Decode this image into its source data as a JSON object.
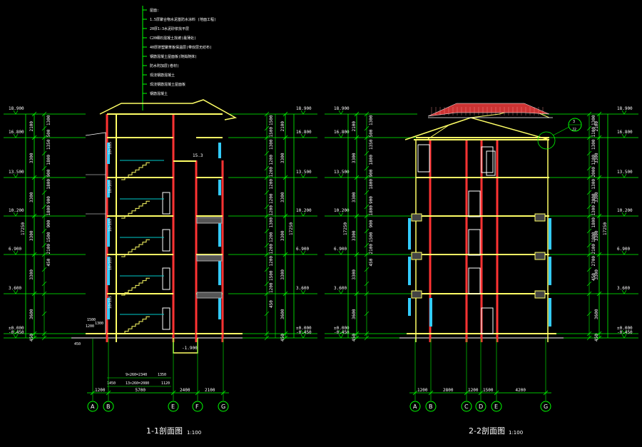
{
  "colors": {
    "background": "#000000",
    "slab": "#ffff66",
    "dimension": "#00ff00",
    "window": "#33ccff",
    "column": "#ff3333",
    "roof_tile": "#cc3333",
    "stair": "#00cccc",
    "axis_circle": "#00ff00",
    "outline": "#ffffff"
  },
  "notes": {
    "lines": [
      "屋面:",
      "1.5厚聚合物水泥基防水涂料 (地面工程)",
      "20厚1:3水泥砂浆找平层",
      "C20细石混凝土找坡(最薄处)",
      "40厚挤塑聚苯板保温层(带双层无纺布)",
      "钢筋混凝土屋面板(随捣随抹)",
      "防水附加层(卷材)",
      "现浇钢筋混凝土",
      "现浇钢筋混凝土屋面板",
      "钢筋混凝土"
    ]
  },
  "left": {
    "title": "1-1剖面图",
    "scale": "1:100",
    "levels": [
      "18.900",
      "16.800",
      "13.500",
      "10.200",
      "6.900",
      "3.600",
      "±0.000",
      "-0.450"
    ],
    "left_dims": [
      "2100",
      "3300",
      "3300",
      "3300",
      "3300",
      "3600",
      "450"
    ],
    "total": "17250",
    "sub_dims": [
      "1300",
      "500",
      "1350",
      "1800",
      "900",
      "1800",
      "900",
      "1800",
      "900",
      "1500",
      "2100",
      "450"
    ],
    "right_dims": [
      "2100",
      "3300",
      "3300",
      "3300",
      "3300",
      "3600",
      "450"
    ],
    "right_sub_dims": [
      "1500",
      "1500",
      "1300",
      "1200",
      "1200",
      "1200",
      "1200",
      "1200",
      "1300",
      "1200",
      "1200",
      "1200",
      "1500",
      "1200",
      "450"
    ],
    "stair_labels": [
      "10×165",
      "10×165",
      "10×165",
      "10×165",
      "10×165"
    ],
    "elev_mark": "15.3",
    "pit_mark": "-1.900",
    "bottom_labels": [
      "9×260=2340",
      "13×260=2080",
      "1350",
      "1450",
      "1120"
    ],
    "axis_dims": [
      "1200",
      "5700",
      "2400",
      "2100"
    ],
    "axes": [
      "A",
      "B",
      "E",
      "F",
      "G"
    ],
    "misc": [
      "1200",
      "1300",
      "450",
      "1500"
    ]
  },
  "right": {
    "title": "2-2剖面图",
    "scale": "1:100",
    "levels": [
      "18.900",
      "16.800",
      "13.500",
      "10.200",
      "6.900",
      "3.600",
      "±0.000",
      "-0.450"
    ],
    "left_dims": [
      "2100",
      "3300",
      "3300",
      "3300",
      "3300",
      "3600",
      "450"
    ],
    "total": "17250",
    "sub_dims": [
      "1300",
      "500",
      "1350",
      "1800",
      "900",
      "1800",
      "900",
      "1800",
      "900",
      "1500",
      "2100",
      "450"
    ],
    "right_dims": [
      "2100",
      "3300",
      "3300",
      "3300",
      "3300",
      "3600",
      "450"
    ],
    "right_sub_dims": [
      "1300",
      "1100",
      "1300",
      "1100",
      "2000",
      "1300",
      "2000",
      "1300",
      "1800",
      "1800",
      "2100",
      "2700",
      "450"
    ],
    "axis_dims": [
      "1200",
      "2800",
      "1200",
      "1500",
      "4200"
    ],
    "axes": [
      "A",
      "B",
      "C",
      "D",
      "E",
      "G"
    ],
    "detail": {
      "top": "3",
      "bottom": "J2"
    }
  }
}
